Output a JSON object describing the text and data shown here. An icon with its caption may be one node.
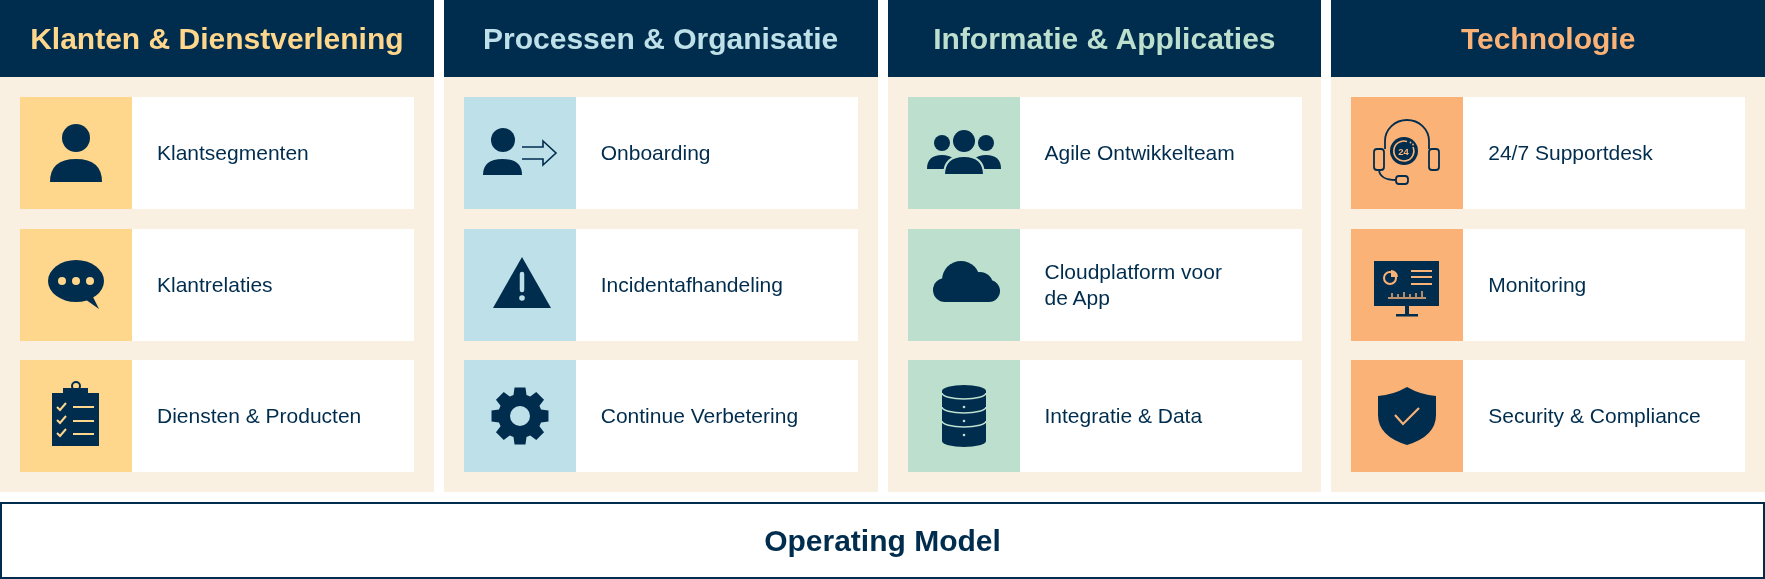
{
  "diagram": {
    "nodes": [
      {
        "text": [
          "Klanten & Dienstverlening"
        ]
      },
      {
        "text": [
          "Klantsegmenten"
        ],
        "in": 0
      },
      {
        "text": [
          "Klantrelaties"
        ],
        "in": 0
      },
      {
        "text": [
          "Diensten & Producten"
        ],
        "in": 0
      },
      {
        "text": [
          "Processen & Organisatie"
        ]
      },
      {
        "text": [
          "Onboarding"
        ],
        "in": 4
      },
      {
        "text": [
          "Incidentafhandeling"
        ],
        "in": 4
      },
      {
        "text": [
          "Continue Verbetering"
        ],
        "in": 4
      },
      {
        "text": [
          "Informatie & Applicaties"
        ]
      },
      {
        "text": [
          "Agile Ontwikkelteam"
        ],
        "in": 8
      },
      {
        "text": [
          "Cloudplatform voor de App"
        ],
        "in": 8
      },
      {
        "text": [
          "Integratie & Data"
        ],
        "in": 8
      },
      {
        "text": [
          "Technologie"
        ]
      },
      {
        "text": [
          "24/7 Supportdesk"
        ],
        "in": 12
      },
      {
        "text": [
          "Monitoring"
        ],
        "in": 12
      },
      {
        "text": [
          "Security & Compliance"
        ],
        "in": 12
      },
      {
        "text": [
          "Operating Model"
        ]
      }
    ],
    "labels": [
      "24"
    ]
  }
}
